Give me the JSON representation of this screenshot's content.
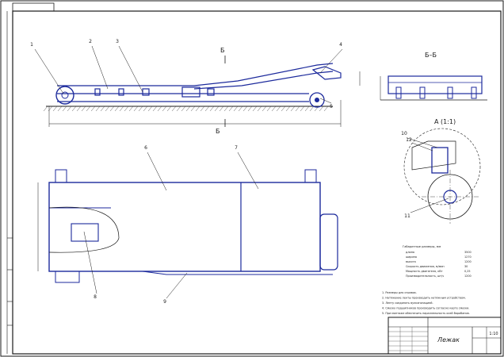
{
  "corner_stamp": "",
  "views": {
    "section_bb_title": "Б–Б",
    "detail_a_title": "A (1:1)",
    "section_mark_top": "Б",
    "section_mark_bottom": "Б"
  },
  "callouts": [
    "1",
    "2",
    "3",
    "4",
    "5",
    "6",
    "7",
    "8",
    "9",
    "10",
    "11",
    "12"
  ],
  "spec_block": {
    "heading": "Габаритные размеры, мм",
    "rows": [
      {
        "label": "длина",
        "value": "3500"
      },
      {
        "label": "ширина",
        "value": "1270"
      },
      {
        "label": "высота",
        "value": "1200"
      },
      {
        "label": "Скорость движения, м/мин",
        "value": "30"
      },
      {
        "label": "Мощность двигателя, кВт",
        "value": "0,25"
      },
      {
        "label": "Производительность, шт/ч",
        "value": "1200"
      }
    ]
  },
  "notes": [
    "1. Размеры для справок.",
    "2. Натяжение ленты производить натяжным устройством.",
    "3. Ленту соединять вулканизацией.",
    "4. Смазку подшипников производить согласно карте смазки.",
    "5. При монтаже обеспечить параллельность осей барабанов."
  ],
  "title_block": {
    "code": "",
    "name": "Лежак",
    "scale": "1:10"
  },
  "colors": {
    "ink": "#1a1a1a",
    "machine": "#1c2a9c",
    "hatch": "#555555"
  }
}
